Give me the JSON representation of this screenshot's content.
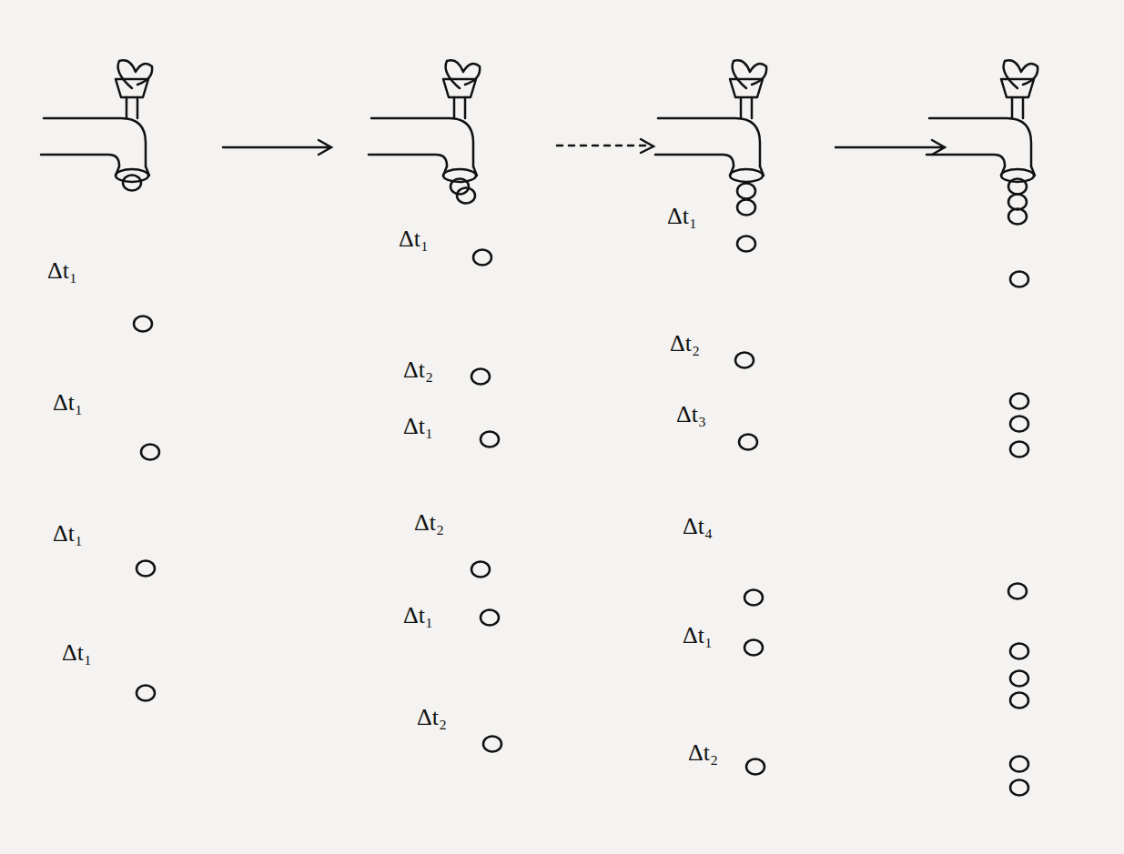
{
  "diagram": {
    "labels": [
      "Δt₁",
      "Δt₁",
      "Δt₁",
      "Δt₁",
      "Δt₁",
      "Δt₂",
      "Δt₁",
      "Δt₂",
      "Δt₁",
      "Δt₂",
      "Δt₁",
      "Δt₂",
      "Δt₃",
      "Δt₄",
      "Δt₁",
      "Δt₂"
    ]
  }
}
